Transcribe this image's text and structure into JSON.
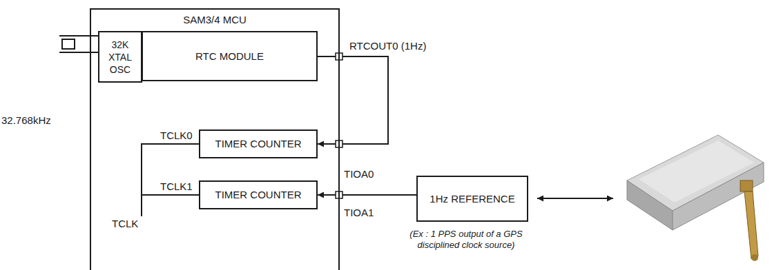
{
  "diagram": {
    "nodes": [
      {
        "text": [
          "SAM3/4 MCU"
        ]
      },
      {
        "text": [
          "32K XTAL OSC"
        ],
        "in": 0
      },
      {
        "text": [
          "RTC MODULE"
        ],
        "in": 0
      },
      {
        "text": [
          "TIMER COUNTER"
        ],
        "in": 0
      },
      {
        "text": [
          "TIMER COUNTER"
        ],
        "in": 0
      },
      {
        "text": [
          "1Hz REFERENCE"
        ]
      }
    ],
    "edges": [
      {
        "from": 1,
        "to": 2,
        "arrow": "to"
      },
      {
        "from": 2,
        "to": 3,
        "arrow": "to"
      },
      {
        "from": 5,
        "to": 4,
        "arrow": "to"
      }
    ],
    "labels": [
      "32.768kHz",
      "RTCOUT0 (1Hz)",
      "TIOA0",
      "TCLK0",
      "TCLK1",
      "TCLK",
      "TIOA1",
      "(Ex : 1 PPS output of a GPS disciplined clock source)"
    ]
  }
}
